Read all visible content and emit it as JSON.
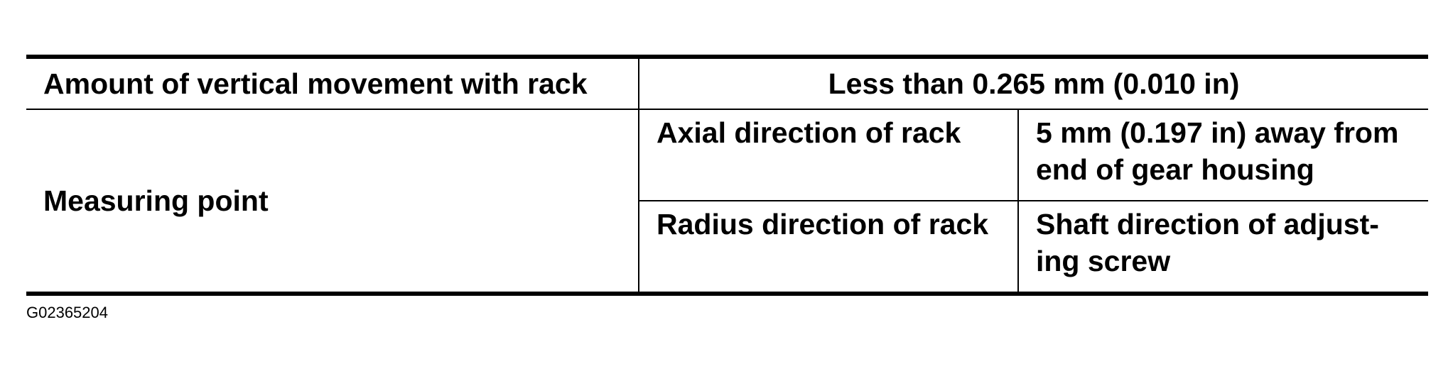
{
  "table": {
    "row1": {
      "label": "Amount of vertical movement with rack",
      "value": "Less than 0.265 mm (0.010 in)"
    },
    "row2": {
      "label": "Measuring point",
      "sub_rows": [
        {
          "label": "Axial direction of rack",
          "value": "5 mm (0.197 in) away from end of gear housing"
        },
        {
          "label": "Radius direction of rack",
          "value": "Shaft direction of adjust-ing screw"
        }
      ]
    }
  },
  "figure_code": "G02365204"
}
